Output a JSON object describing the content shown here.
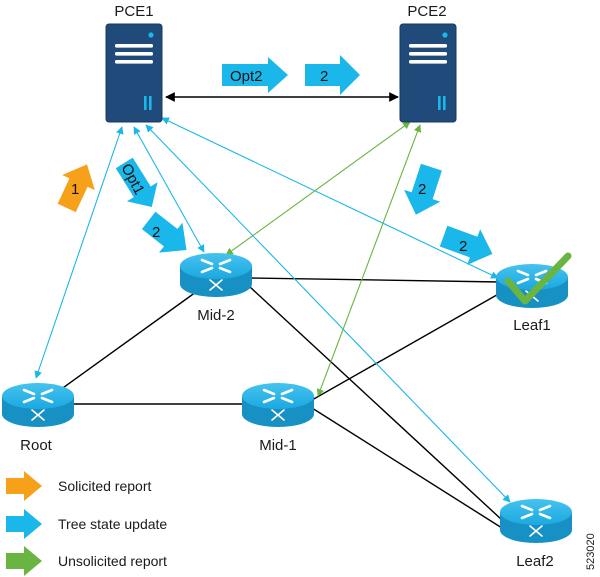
{
  "colors": {
    "blue_arrow": "#1ab7ea",
    "orange_arrow": "#f7a11a",
    "green": "#6ab541",
    "server": "#1f4a7a",
    "router": "#1ba8e0",
    "line_black": "#000000",
    "line_blue": "#1ab7ea"
  },
  "nodes": {
    "pce1": "PCE1",
    "pce2": "PCE2",
    "mid2": "Mid-2",
    "mid1": "Mid-1",
    "root": "Root",
    "leaf1": "Leaf1",
    "leaf2": "Leaf2"
  },
  "arrows": {
    "opt2": "Opt2",
    "opt2_step": "2",
    "step1": "1",
    "opt1": "Opt1",
    "opt1_step": "2",
    "pce2_step": "2",
    "leaf1_step": "2"
  },
  "legend": [
    {
      "label": "Solicited report",
      "color": "#f7a11a"
    },
    {
      "label": "Tree state update",
      "color": "#1ab7ea"
    },
    {
      "label": "Unsolicited report",
      "color": "#6ab541"
    }
  ],
  "figure_id": "523020"
}
